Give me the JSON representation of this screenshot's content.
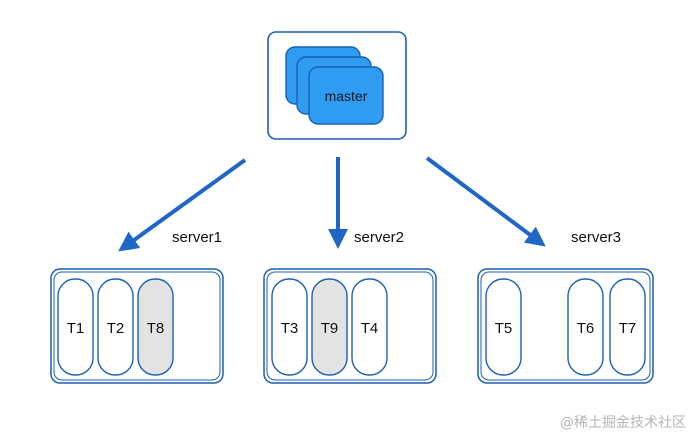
{
  "master": {
    "label": "master"
  },
  "servers": [
    {
      "label": "server1",
      "tasks": [
        {
          "id": "T1",
          "highlighted": false
        },
        {
          "id": "T2",
          "highlighted": false
        },
        {
          "id": "T8",
          "highlighted": true
        }
      ]
    },
    {
      "label": "server2",
      "tasks": [
        {
          "id": "T3",
          "highlighted": false
        },
        {
          "id": "T9",
          "highlighted": true
        },
        {
          "id": "T4",
          "highlighted": false
        }
      ]
    },
    {
      "label": "server3",
      "tasks": [
        {
          "id": "T5",
          "highlighted": false
        },
        {
          "id": "T6",
          "highlighted": false
        },
        {
          "id": "T7",
          "highlighted": false
        }
      ]
    }
  ],
  "watermark": "@稀土掘金技术社区",
  "colors": {
    "outline": "#1c5fb3",
    "arrow": "#1f66c6",
    "master_fill": "#2f9bf1",
    "master_stroke": "#1761b7",
    "task_fill": "#ffffff",
    "task_highlight_fill": "#e3e3e3"
  }
}
